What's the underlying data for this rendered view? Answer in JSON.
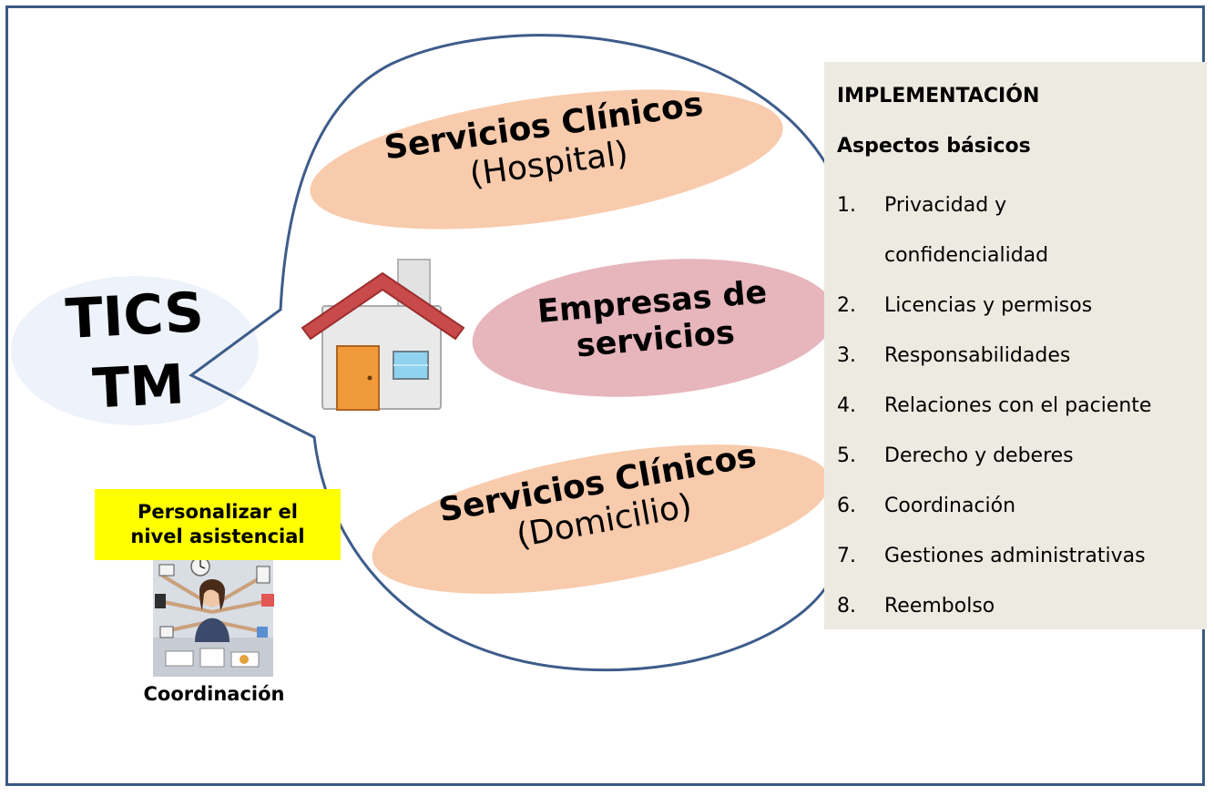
{
  "center": {
    "line1": "TICS",
    "line2": "TM"
  },
  "bubbles": [
    {
      "main": "Servicios Clínicos",
      "sub": "(Hospital)"
    },
    {
      "main": "Empresas de",
      "sub": "servicios"
    },
    {
      "main": "Servicios Clínicos",
      "sub": "(Domicilio)"
    }
  ],
  "personalize": {
    "line1": "Personalizar el",
    "line2": "nivel asistencial"
  },
  "coordination_caption": "Coordinación",
  "implementation": {
    "title": "IMPLEMENTACIÓN",
    "subtitle": "Aspectos básicos",
    "items": [
      {
        "num": "1.",
        "line1": "Privacidad y",
        "line2": "confidencialidad"
      },
      {
        "num": "2.",
        "text": "Licencias y permisos"
      },
      {
        "num": "3.",
        "text": "Responsabilidades"
      },
      {
        "num": "4.",
        "text": "Relaciones con el paciente"
      },
      {
        "num": "5.",
        "text": "Derecho y deberes"
      },
      {
        "num": "6.",
        "text": "Coordinación"
      },
      {
        "num": "7.",
        "text": "Gestiones administrativas"
      },
      {
        "num": "8.",
        "text": "Reembolso"
      }
    ]
  },
  "colors": {
    "frame": "#3a5a82",
    "balloon_stroke": "#3d5c8a",
    "bubble_peach": "#f8cbad",
    "bubble_rose": "#e6b6bc",
    "center_fill": "#eef2fa",
    "panel_fill": "#edeae1",
    "highlight": "#ffff00"
  }
}
